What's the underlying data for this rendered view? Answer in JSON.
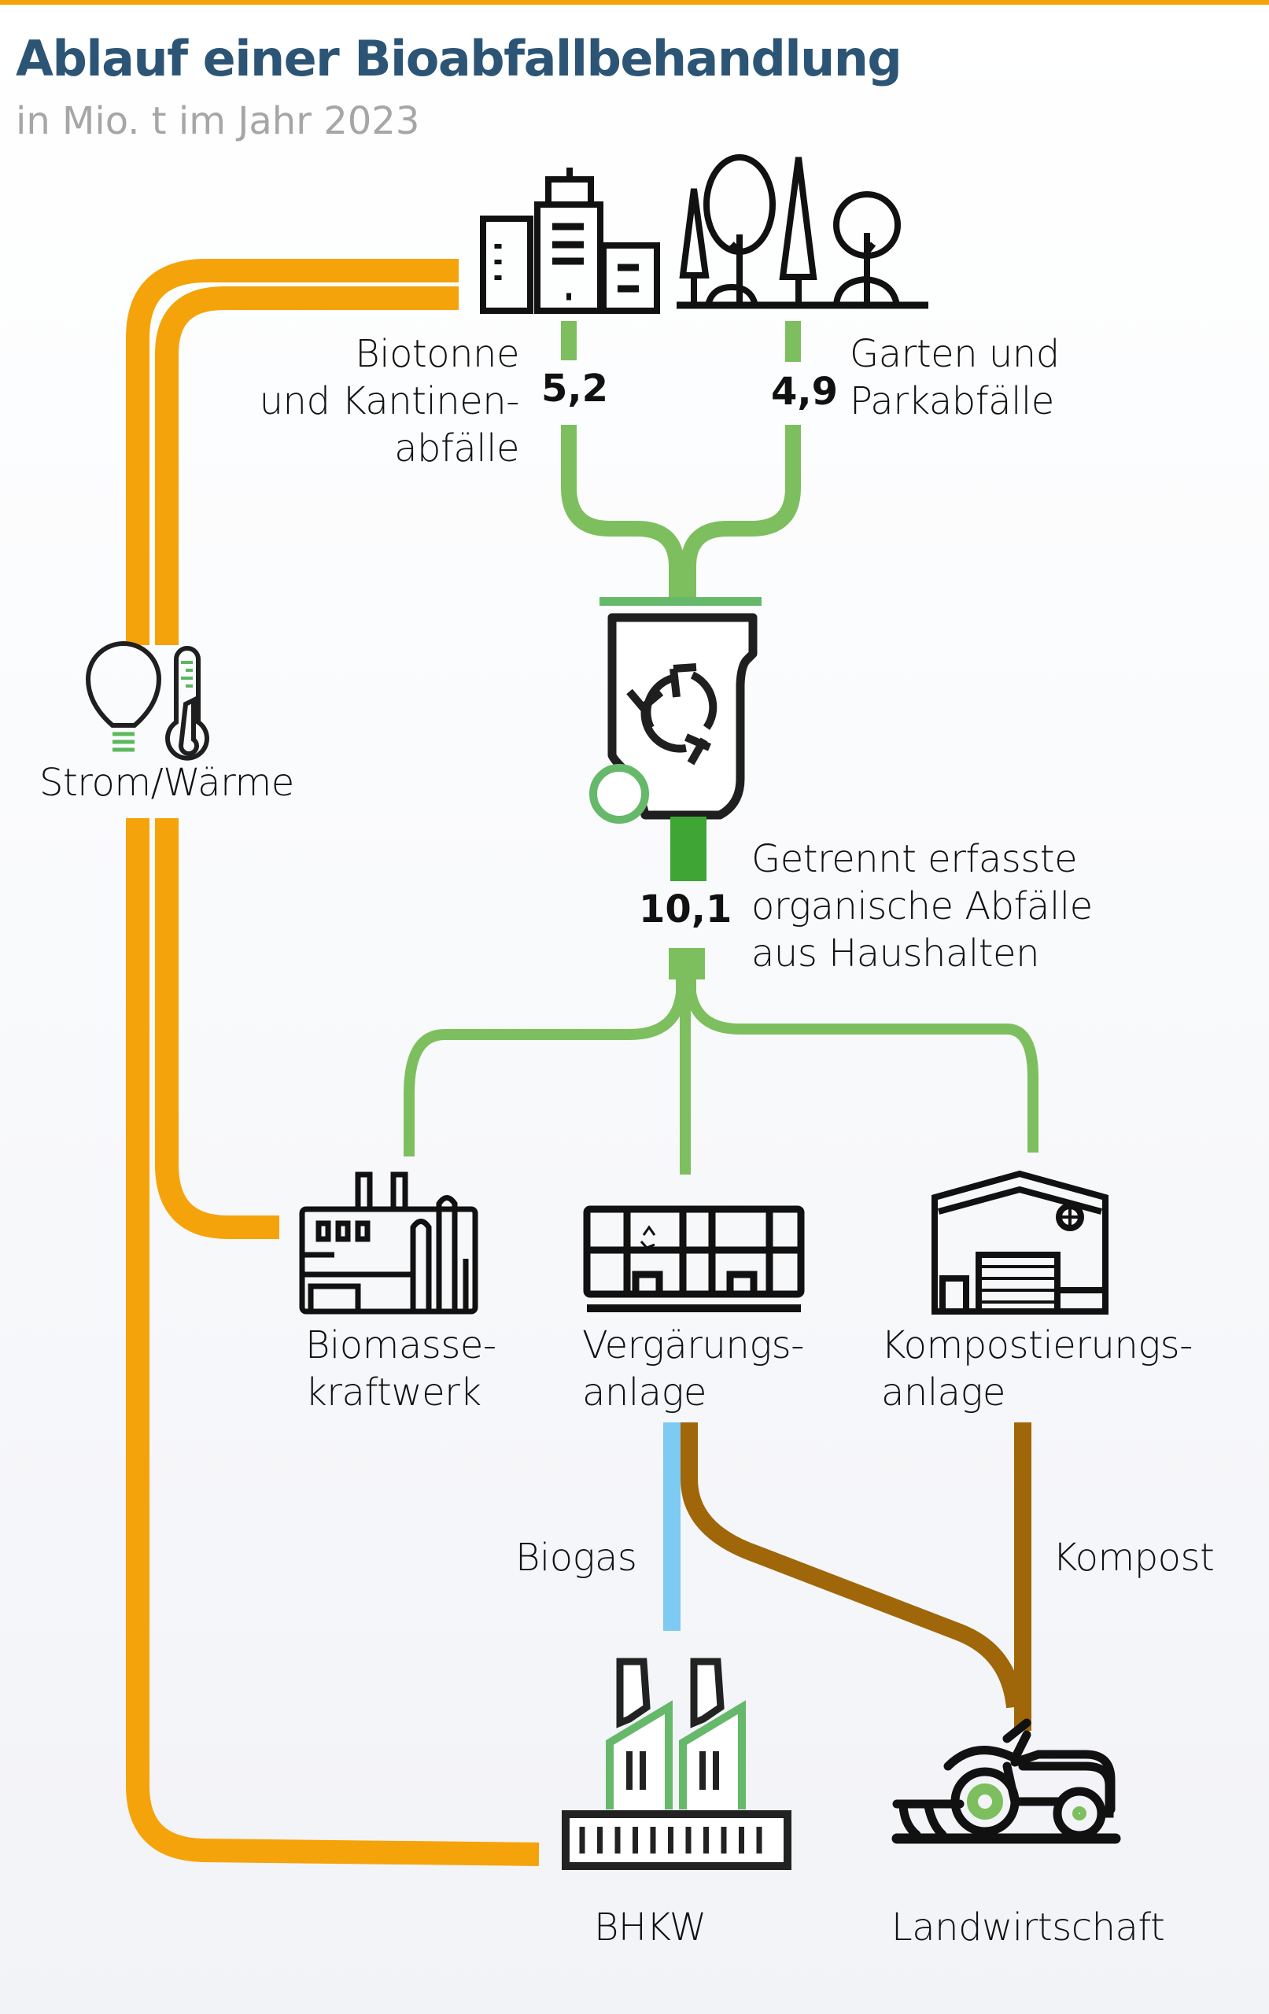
{
  "header": {
    "title": "Ablauf einer Bioabfallbehandlung",
    "subtitle": "in Mio. t im Jahr 2023"
  },
  "colors": {
    "accent_orange": "#f5a30a",
    "title_blue": "#2c5475",
    "flow_green": "#7dbf5e",
    "stem_green": "#3fa535",
    "biogas_blue": "#7dcaf2",
    "compost_brown": "#a0660a",
    "icon_black": "#111111"
  },
  "sources": [
    {
      "icon": "city-buildings-icon",
      "label_lines": [
        "Biotonne",
        "und Kantinen-",
        "abfälle"
      ],
      "value": "5,2"
    },
    {
      "icon": "trees-park-icon",
      "label_lines": [
        "Garten und",
        "Parkabfälle"
      ],
      "value": "4,9"
    }
  ],
  "collection": {
    "icon": "biobin-recycle-icon",
    "value": "10,1",
    "label_lines": [
      "Getrennt erfasste",
      "organische Abfälle",
      "aus Haushalten"
    ]
  },
  "energy": {
    "icons": [
      "light-bulb-icon",
      "thermometer-icon"
    ],
    "label": "Strom/Wärme"
  },
  "facilities": [
    {
      "icon": "biomass-plant-icon",
      "label_lines": [
        "Biomasse-",
        "kraftwerk"
      ]
    },
    {
      "icon": "fermentation-plant-icon",
      "label_lines": [
        "Vergärungs-",
        "anlage"
      ]
    },
    {
      "icon": "composting-plant-icon",
      "label_lines": [
        "Kompostierungs-",
        "anlage"
      ]
    }
  ],
  "outputs": {
    "biogas_label": "Biogas",
    "compost_label": "Kompost"
  },
  "destinations": [
    {
      "icon": "chp-plant-icon",
      "label": "BHKW"
    },
    {
      "icon": "tractor-icon",
      "label": "Landwirtschaft"
    }
  ],
  "chart_data": {
    "type": "sankey",
    "title": "Ablauf einer Bioabfallbehandlung",
    "subtitle": "in Mio. t im Jahr 2023",
    "unit": "Mio. t",
    "nodes": [
      "Biotonne und Kantinenabfälle",
      "Garten und Parkabfälle",
      "Getrennt erfasste organische Abfälle aus Haushalten",
      "Biomassekraftwerk",
      "Vergärungsanlage",
      "Kompostierungsanlage",
      "BHKW",
      "Landwirtschaft",
      "Strom/Wärme"
    ],
    "links": [
      {
        "source": "Biotonne und Kantinenabfälle",
        "target": "Getrennt erfasste organische Abfälle aus Haushalten",
        "value": 5.2
      },
      {
        "source": "Garten und Parkabfälle",
        "target": "Getrennt erfasste organische Abfälle aus Haushalten",
        "value": 4.9
      },
      {
        "source": "Getrennt erfasste organische Abfälle aus Haushalten",
        "target": "Biomassekraftwerk",
        "value": null
      },
      {
        "source": "Getrennt erfasste organische Abfälle aus Haushalten",
        "target": "Vergärungsanlage",
        "value": null
      },
      {
        "source": "Getrennt erfasste organische Abfälle aus Haushalten",
        "target": "Kompostierungsanlage",
        "value": null
      },
      {
        "source": "Vergärungsanlage",
        "target": "BHKW",
        "label": "Biogas",
        "value": null
      },
      {
        "source": "Vergärungsanlage",
        "target": "Landwirtschaft",
        "label": "Kompost",
        "value": null
      },
      {
        "source": "Kompostierungsanlage",
        "target": "Landwirtschaft",
        "label": "Kompost",
        "value": null
      },
      {
        "source": "Biomassekraftwerk",
        "target": "Strom/Wärme",
        "value": null
      },
      {
        "source": "BHKW",
        "target": "Strom/Wärme",
        "value": null
      },
      {
        "source": "Strom/Wärme",
        "target": "Biotonne und Kantinenabfälle",
        "value": null
      }
    ],
    "total_collected": 10.1
  }
}
